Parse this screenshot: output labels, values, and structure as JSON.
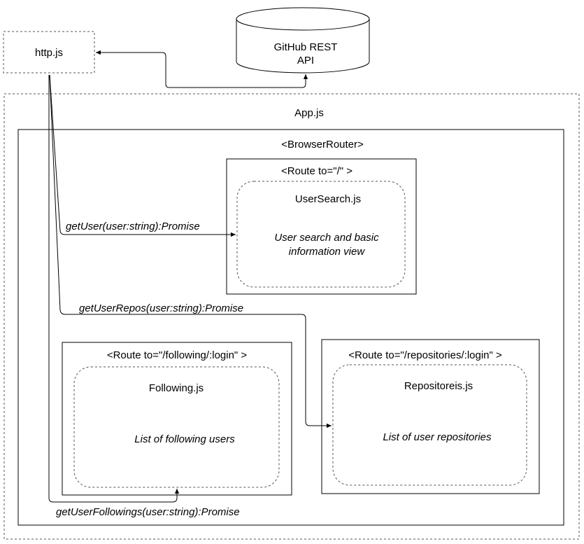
{
  "nodes": {
    "http": {
      "label": "http.js"
    },
    "github_api": {
      "label_line1": "GitHub REST",
      "label_line2": "API"
    },
    "app": {
      "label": "App.js"
    },
    "browser_router": {
      "label": "<BrowserRouter>"
    },
    "route_root": {
      "label": "<Route to=\"/\" >"
    },
    "user_search": {
      "title": "UserSearch.js",
      "desc_line1": "User search and basic",
      "desc_line2": "information view"
    },
    "route_following": {
      "label": "<Route to=\"/following/:login\" >"
    },
    "following": {
      "title": "Following.js",
      "desc": "List of following users"
    },
    "route_repositories": {
      "label": "<Route to=\"/repositories/:login\" >"
    },
    "repositories": {
      "title": "Repositoreis.js",
      "desc": "List of user repositories"
    }
  },
  "edges": {
    "get_user": {
      "label": "getUser(user:string):Promise"
    },
    "get_user_repos": {
      "label": "getUserRepos(user:string):Promise"
    },
    "get_user_followings": {
      "label": "getUserFollowings(user:string):Promise"
    }
  }
}
